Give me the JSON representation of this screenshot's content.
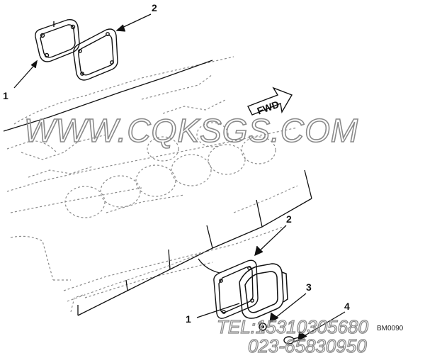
{
  "callouts": {
    "top_1": "1",
    "top_2": "2",
    "bottom_2": "2",
    "bottom_3": "3",
    "bottom_4": "4",
    "bottom_1": "1"
  },
  "direction_arrow": {
    "label": "FWD"
  },
  "part_number_tag": {
    "label": "BM0090"
  },
  "watermark": {
    "url": "WWW.CQKSGS.COM",
    "tel": "TEL:15310305680",
    "phone": "023-65830950"
  },
  "colors": {
    "ink": "#111111",
    "dotted_outline": "#8a8a8a",
    "watermark": "#8a8a8a"
  }
}
